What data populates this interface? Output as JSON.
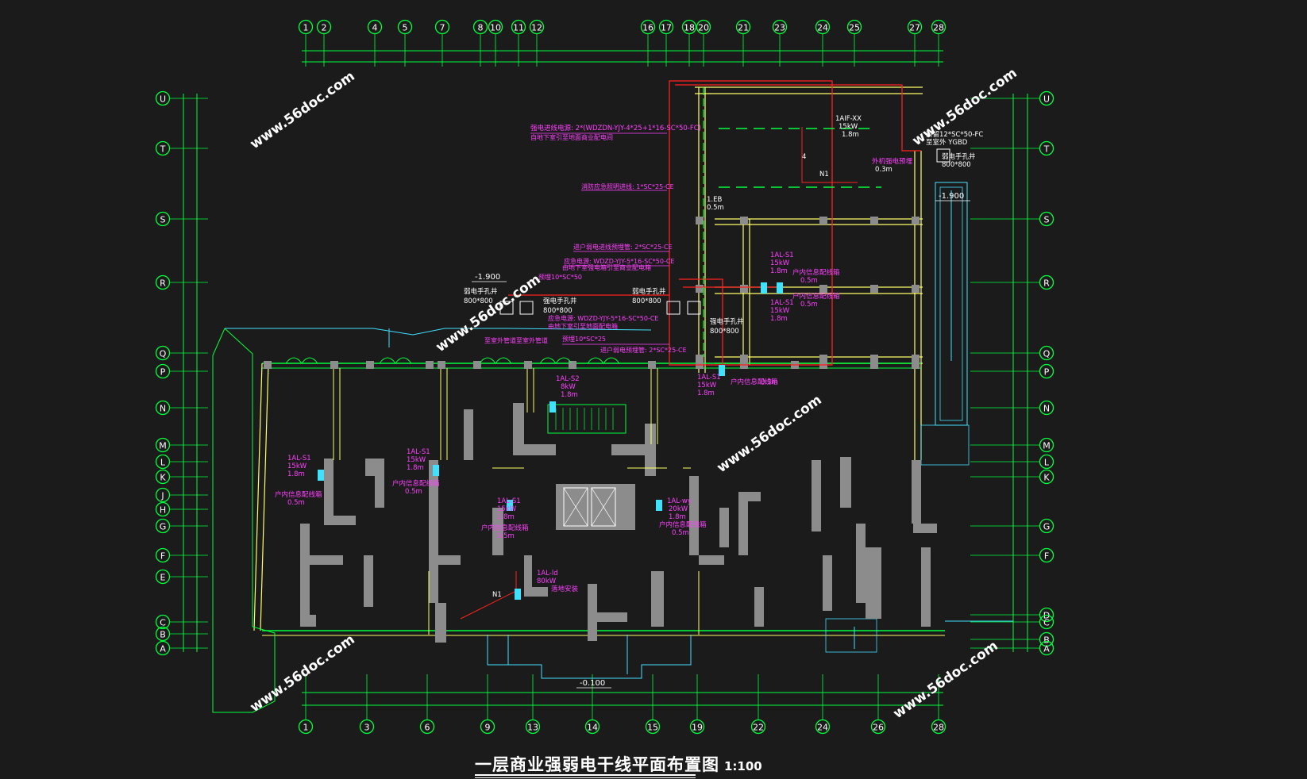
{
  "title": {
    "main": "一层商业强弱电干线平面布置图",
    "scale": "1:100"
  },
  "watermark": "www.56doc.com",
  "colors": {
    "background": "#1b1b1b",
    "axis_green": "#00ff3c",
    "wall_gray": "#8c8c8c",
    "wall_yellow": "#ffff66",
    "cable_red": "#ff2020",
    "label_magenta": "#ff40ff",
    "outline_cyan": "#40e0ff",
    "text_white": "#ffffff"
  },
  "top_axes": [
    "1",
    "2",
    "4",
    "5",
    "7",
    "8",
    "10",
    "11",
    "12",
    "16",
    "17",
    "18",
    "20",
    "21",
    "23",
    "24",
    "25",
    "27",
    "28"
  ],
  "bottom_axes": [
    "1",
    "3",
    "6",
    "9",
    "13",
    "14",
    "15",
    "19",
    "22",
    "24",
    "26",
    "28"
  ],
  "left_axes": [
    "U",
    "T",
    "S",
    "R",
    "Q",
    "P",
    "N",
    "M",
    "L",
    "K",
    "J",
    "H",
    "G",
    "F",
    "E",
    "C",
    "B",
    "A"
  ],
  "right_axes": [
    "U",
    "T",
    "S",
    "R",
    "Q",
    "P",
    "N",
    "M",
    "L",
    "K",
    "G",
    "F",
    "D",
    "C",
    "B",
    "A"
  ],
  "levels": {
    "l1": "-1.900",
    "l2": "-1.900",
    "l3": "-0.100"
  },
  "annotations": [
    {
      "t": "强电进线电源: 2*(WDZDN-YJY-4*25+1*16-SC*50-FC)",
      "c": "m"
    },
    {
      "t": "自地下室引至地面商业配电间",
      "c": "m"
    },
    {
      "t": "消防应急照明进线: 1*SC*25-CE",
      "c": "m"
    },
    {
      "t": "进户弱电进线预埋管: 2*SC*25-CE",
      "c": "m"
    },
    {
      "t": "应急电源: WDZD-YJY-5*16-SC*50-CE",
      "c": "m"
    },
    {
      "t": "由地下室强电箱引至商业配电箱",
      "c": "m"
    },
    {
      "t": "预埋10*SC*50",
      "c": "m"
    },
    {
      "t": "弱电手孔井",
      "c": "w"
    },
    {
      "t": "800*800",
      "c": "w"
    },
    {
      "t": "强电手孔井",
      "c": "w"
    },
    {
      "t": "800*800",
      "c": "w"
    },
    {
      "t": "应急电源: WDZD-YJY-5*16-SC*50-CE",
      "c": "m"
    },
    {
      "t": "由地下室引至地面配电箱",
      "c": "m"
    },
    {
      "t": "预埋10*SC*25",
      "c": "m"
    },
    {
      "t": "进户弱电预埋管: 2*SC*25-CE",
      "c": "m"
    },
    {
      "t": "至室外管道",
      "c": "m"
    },
    {
      "t": "至室外管道",
      "c": "m"
    },
    {
      "t": "弱电手孔井",
      "c": "w"
    },
    {
      "t": "800*800",
      "c": "w"
    },
    {
      "t": "强电手孔井",
      "c": "w"
    },
    {
      "t": "800*800",
      "c": "w"
    },
    {
      "t": "1AL-S1",
      "c": "m"
    },
    {
      "t": "15kW",
      "c": "m"
    },
    {
      "t": "1.8m",
      "c": "m"
    },
    {
      "t": "户内信息配线箱",
      "c": "m"
    },
    {
      "t": "0.5m",
      "c": "m"
    },
    {
      "t": "户内信息配线箱",
      "c": "m"
    },
    {
      "t": "0.5m",
      "c": "m"
    },
    {
      "t": "1AL-S1",
      "c": "m"
    },
    {
      "t": "15kW",
      "c": "m"
    },
    {
      "t": "1.8m",
      "c": "m"
    },
    {
      "t": "1AL-S1",
      "c": "m"
    },
    {
      "t": "15kW",
      "c": "m"
    },
    {
      "t": "1.8m",
      "c": "m"
    },
    {
      "t": "户内信息配线箱",
      "c": "m"
    },
    {
      "t": "0.3m",
      "c": "m"
    },
    {
      "t": "1AL-S2",
      "c": "m"
    },
    {
      "t": "8kW",
      "c": "m"
    },
    {
      "t": "1.8m",
      "c": "m"
    },
    {
      "t": "1AL-S1",
      "c": "m"
    },
    {
      "t": "15kW",
      "c": "m"
    },
    {
      "t": "1.8m",
      "c": "m"
    },
    {
      "t": "户内信息配线箱",
      "c": "m"
    },
    {
      "t": "0.5m",
      "c": "m"
    },
    {
      "t": "1AL-S1",
      "c": "m"
    },
    {
      "t": "15kW",
      "c": "m"
    },
    {
      "t": "1.8m",
      "c": "m"
    },
    {
      "t": "户内信息配线箱",
      "c": "m"
    },
    {
      "t": "0.5m",
      "c": "m"
    },
    {
      "t": "1AL-S1",
      "c": "m"
    },
    {
      "t": "15kW",
      "c": "m"
    },
    {
      "t": "1.8m",
      "c": "m"
    },
    {
      "t": "户内信息配线箱",
      "c": "m"
    },
    {
      "t": "0.5m",
      "c": "m"
    },
    {
      "t": "1AL-wy",
      "c": "m"
    },
    {
      "t": "20kW",
      "c": "m"
    },
    {
      "t": "1.8m",
      "c": "m"
    },
    {
      "t": "户内信息配线箱",
      "c": "m"
    },
    {
      "t": "0.5m",
      "c": "m"
    },
    {
      "t": "1AL-ld",
      "c": "m"
    },
    {
      "t": "80kW",
      "c": "m"
    },
    {
      "t": "落地安装",
      "c": "m"
    },
    {
      "t": "1AIF-XX",
      "c": "w"
    },
    {
      "t": "15kW",
      "c": "w"
    },
    {
      "t": "1.8m",
      "c": "w"
    },
    {
      "t": "外机强电预埋",
      "c": "m"
    },
    {
      "t": "0.3m",
      "c": "w"
    },
    {
      "t": "预留12*SC*50-FC",
      "c": "w"
    },
    {
      "t": "至室外 YGBD",
      "c": "w"
    },
    {
      "t": "弱电手孔井",
      "c": "w"
    },
    {
      "t": "800*800",
      "c": "w"
    },
    {
      "t": "1.EB",
      "c": "w"
    },
    {
      "t": "0.5m",
      "c": "w"
    },
    {
      "t": "N1",
      "c": "w"
    },
    {
      "t": "N1",
      "c": "w"
    },
    {
      "t": "4",
      "c": "w"
    }
  ]
}
